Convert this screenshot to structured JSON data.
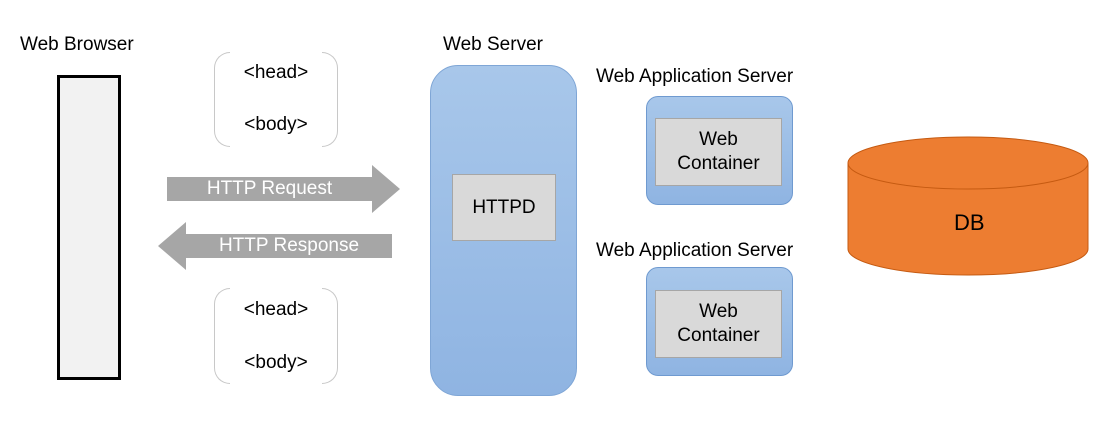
{
  "browser": {
    "title": "Web Browser"
  },
  "request_tags": {
    "head": "<head>",
    "body": "<body>"
  },
  "response_tags": {
    "head": "<head>",
    "body": "<body>"
  },
  "arrows": {
    "request": "HTTP Request",
    "response": "HTTP Response",
    "color": "#a6a6a6"
  },
  "web_server": {
    "title": "Web Server",
    "inner": "HTTPD",
    "color": "#9dbde6"
  },
  "was": [
    {
      "title": "Web Application Server",
      "container_line1": "Web",
      "container_line2": "Container"
    },
    {
      "title": "Web Application Server",
      "container_line1": "Web",
      "container_line2": "Container"
    }
  ],
  "db": {
    "label": "DB",
    "color": "#ed7d31"
  }
}
